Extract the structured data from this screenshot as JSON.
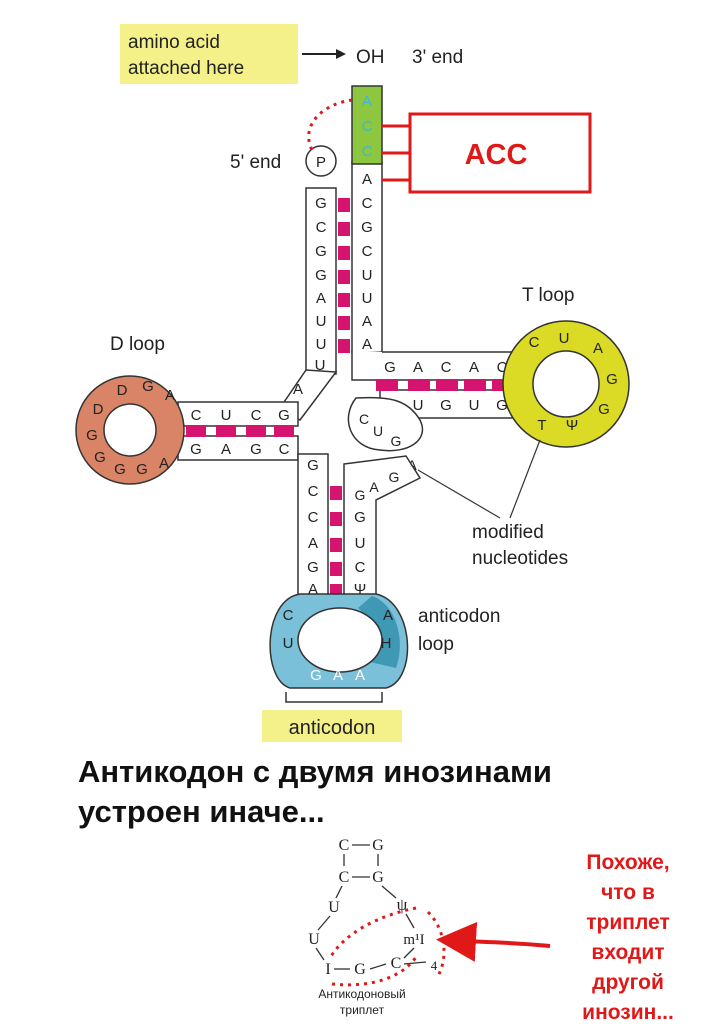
{
  "labels": {
    "amino_line1": "amino acid",
    "amino_line2": "attached here",
    "oh": "OH",
    "three_end": "3' end",
    "five_end": "5' end",
    "p": "P",
    "acc_box": "ACC",
    "t_loop": "T loop",
    "d_loop": "D loop",
    "anticodon_loop_1": "anticodon",
    "anticodon_loop_2": "loop",
    "modified_1": "modified",
    "modified_2": "nucleotides",
    "anticodon": "anticodon"
  },
  "acceptor": {
    "tail": [
      "A",
      "C",
      "C"
    ],
    "strand3": [
      "A",
      "C",
      "G",
      "C",
      "U",
      "U",
      "A",
      "A"
    ],
    "strand5": [
      "G",
      "C",
      "G",
      "G",
      "A",
      "U",
      "U"
    ]
  },
  "t_arm": {
    "top": [
      "G",
      "A",
      "C",
      "A",
      "C"
    ],
    "bottom": [
      "C",
      "U",
      "G",
      "U",
      "G"
    ],
    "loop": [
      "C",
      "U",
      "A",
      "G",
      "G",
      "Ψ",
      "T"
    ]
  },
  "d_arm": {
    "top": [
      "C",
      "U",
      "C",
      "G"
    ],
    "bottom": [
      "G",
      "A",
      "G",
      "C"
    ],
    "loop": [
      "D",
      "G",
      "A",
      "D",
      "G",
      "G",
      "G",
      "G",
      "A"
    ],
    "link": [
      "A",
      "U"
    ]
  },
  "anticodon_arm": {
    "left": [
      "G",
      "C",
      "C",
      "A",
      "G",
      "A"
    ],
    "right": [
      "G",
      "A",
      "G",
      "G",
      "U",
      "C",
      "Ψ"
    ],
    "loop_left": [
      "C",
      "U"
    ],
    "loop_right": [
      "A",
      "H"
    ],
    "anticodon": [
      "G",
      "A",
      "A"
    ]
  },
  "variable": [
    "C",
    "U",
    "G",
    "A",
    "G"
  ],
  "caption_line1": "Антикодон с двумя инозинами",
  "caption_line2": "устроен иначе...",
  "sketch": {
    "pair1_left": "C",
    "pair1_right": "G",
    "pair2_left": "C",
    "pair2_right": "G",
    "psi": "ψ",
    "u1": "U",
    "u2": "U",
    "m1i": "m¹I",
    "i": "I",
    "g": "G",
    "c": "C",
    "four": "4",
    "caption_line1": "Антикодоновый",
    "caption_line2": "триплет"
  },
  "note_lines": [
    "Похоже,",
    "что в",
    "триплет",
    "входит",
    "другой",
    "инозин..."
  ],
  "colors": {
    "pair_magenta": "#d4146e",
    "acc_green": "#8dc63f",
    "acc_cyan": "#3fb7d8",
    "t_loop_yellow": "#dbdb25",
    "d_loop_salmon": "#d98466",
    "anticodon_blue": "#79c0d8",
    "highlight": "#f4f08a",
    "red": "#e01818"
  }
}
